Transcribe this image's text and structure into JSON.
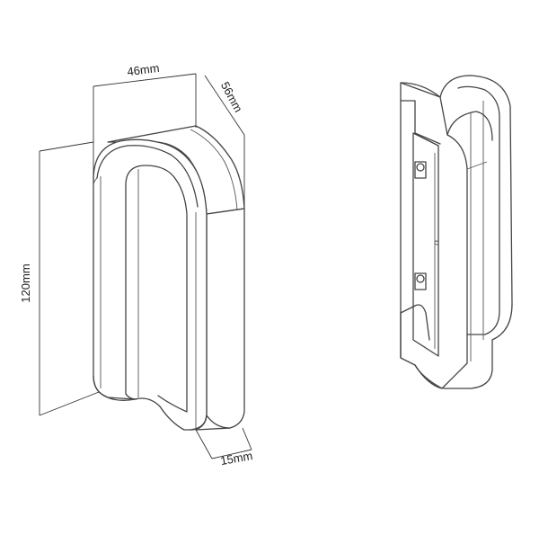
{
  "diagram": {
    "dimensions": {
      "width": "46mm",
      "depth": "56mm",
      "height": "120mm",
      "thickness": "15mm"
    }
  },
  "colors": {
    "line": "#444444",
    "background": "#ffffff"
  }
}
